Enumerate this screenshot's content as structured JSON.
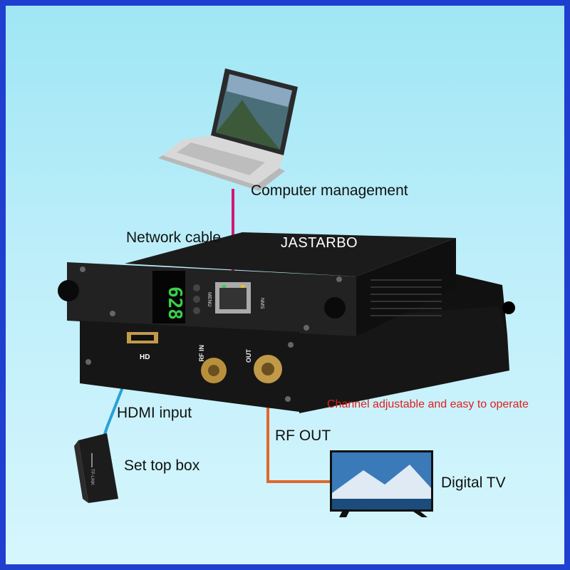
{
  "labels": {
    "computer_management": "Computer management",
    "network_cable": "Network cable",
    "brand": "JASTARBO",
    "hdmi_input": "HDMI input",
    "set_top_box": "Set top box",
    "rf_out": "RF OUT",
    "digital_tv": "Digital TV",
    "tagline": "Channel adjustable and easy to operate",
    "hd_port_label": "HD",
    "display_reading": "628",
    "menu_label": "MENU",
    "nms_label": "NMS",
    "rf_in_label": "RF IN",
    "out_label": "OUT",
    "stb_brand": "TP-LINK"
  },
  "colors": {
    "frame_border": "#1f3fd0",
    "background_top": "#9fe6f4",
    "network_cable": "#d0187a",
    "hdmi_cable": "#2aa0d8",
    "rf_cable": "#e0682a",
    "device_body": "#1a1a1a",
    "display_digits": "#3ad04a",
    "tagline": "#e21d1d"
  }
}
